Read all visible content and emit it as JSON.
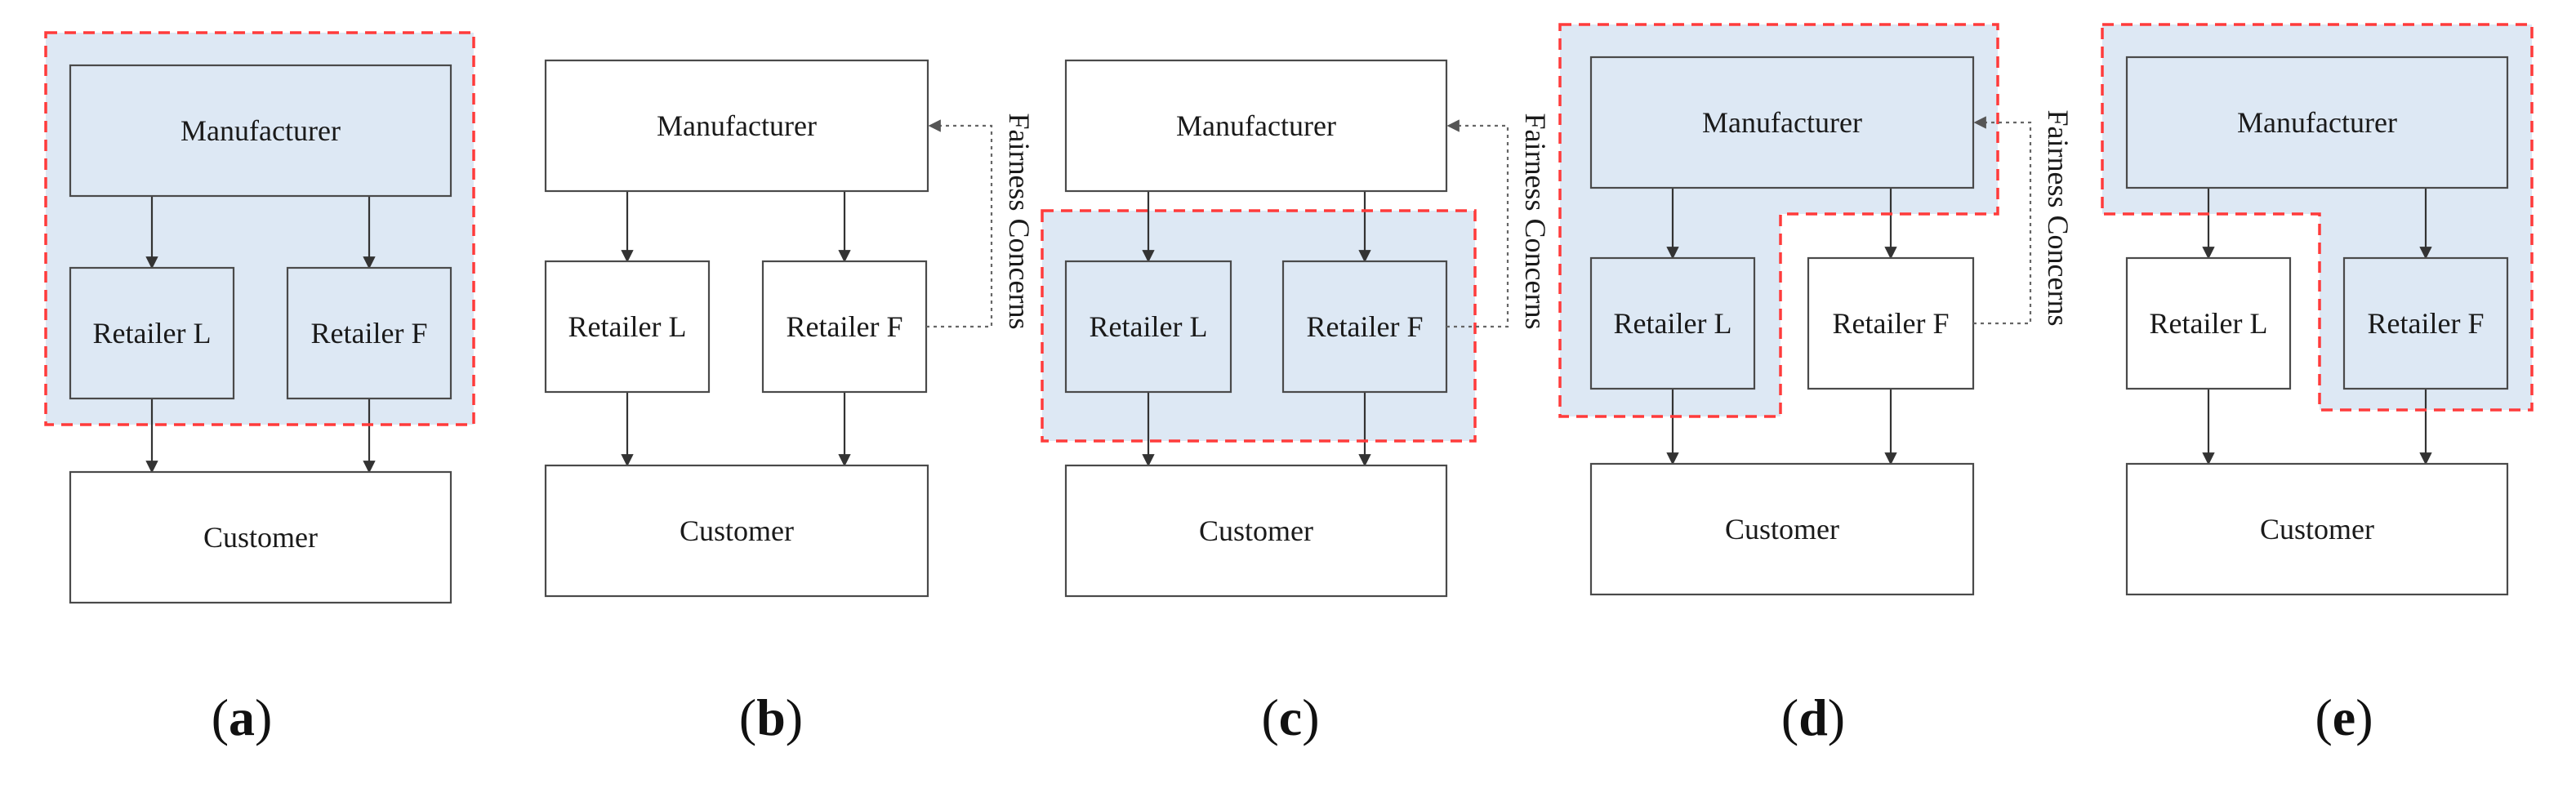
{
  "colors": {
    "box_stroke": "#4a4a4a",
    "box_fill": "#ffffff",
    "highlight_fill": "#dde8f4",
    "dashed_outline": "#ff3b3b",
    "arrow": "#333333",
    "dotted_arrow": "#666666"
  },
  "labels": {
    "manufacturer": "Manufacturer",
    "retailer_l": "Retailer L",
    "retailer_f": "Retailer F",
    "customer": "Customer",
    "fairness": "Fairness Concerns"
  },
  "panels": [
    {
      "id": "a",
      "caption_open": "(",
      "caption_letter": "a",
      "caption_close": ")",
      "highlighted": [
        "manufacturer",
        "retailer_l",
        "retailer_f"
      ],
      "fairness_concerns": false
    },
    {
      "id": "b",
      "caption_open": "(",
      "caption_letter": "b",
      "caption_close": ")",
      "highlighted": [],
      "fairness_concerns": true
    },
    {
      "id": "c",
      "caption_open": "(",
      "caption_letter": "c",
      "caption_close": ")",
      "highlighted": [
        "retailer_l",
        "retailer_f"
      ],
      "fairness_concerns": true
    },
    {
      "id": "d",
      "caption_open": "(",
      "caption_letter": "d",
      "caption_close": ")",
      "highlighted": [
        "manufacturer",
        "retailer_l"
      ],
      "fairness_concerns": true
    },
    {
      "id": "e",
      "caption_open": "(",
      "caption_letter": "e",
      "caption_close": ")",
      "highlighted": [
        "manufacturer",
        "retailer_f"
      ],
      "fairness_concerns": false
    }
  ]
}
